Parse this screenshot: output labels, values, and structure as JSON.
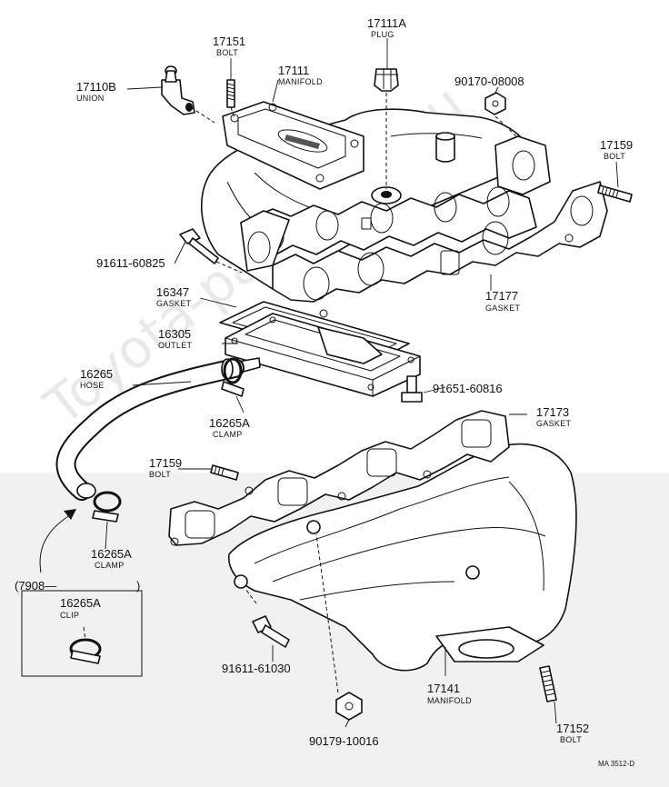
{
  "diagram": {
    "watermark": "Toyota-parts-site.ru",
    "drawing_code": "MA 3512-D",
    "callouts": [
      {
        "id": "c-17111A",
        "number": "17111A",
        "name": "PLUG"
      },
      {
        "id": "c-17151",
        "number": "17151",
        "name": "BOLT"
      },
      {
        "id": "c-17111",
        "number": "17111",
        "name": "MANIFOLD"
      },
      {
        "id": "c-17110B",
        "number": "17110B",
        "name": "UNION"
      },
      {
        "id": "c-90170-08008",
        "number": "90170-08008",
        "name": ""
      },
      {
        "id": "c-17159-top",
        "number": "17159",
        "name": "BOLT"
      },
      {
        "id": "c-91611-60825",
        "number": "91611-60825",
        "name": ""
      },
      {
        "id": "c-16347",
        "number": "16347",
        "name": "GASKET"
      },
      {
        "id": "c-17177",
        "number": "17177",
        "name": "GASKET"
      },
      {
        "id": "c-16305",
        "number": "16305",
        "name": "OUTLET"
      },
      {
        "id": "c-16265",
        "number": "16265",
        "name": "HOSE"
      },
      {
        "id": "c-91651-60816",
        "number": "91651-60816",
        "name": ""
      },
      {
        "id": "c-16265A-top",
        "number": "16265A",
        "name": "CLAMP"
      },
      {
        "id": "c-17173",
        "number": "17173",
        "name": "GASKET"
      },
      {
        "id": "c-17159-mid",
        "number": "17159",
        "name": "BOLT"
      },
      {
        "id": "c-16265A-mid",
        "number": "16265A",
        "name": "CLAMP"
      },
      {
        "id": "c-91611-61030",
        "number": "91611-61030",
        "name": ""
      },
      {
        "id": "c-17141",
        "number": "17141",
        "name": "MANIFOLD"
      },
      {
        "id": "c-90179-10016",
        "number": "90179-10016",
        "name": ""
      },
      {
        "id": "c-17152",
        "number": "17152",
        "name": "BOLT"
      }
    ],
    "inset": {
      "date_code": "(7908—",
      "close_paren": ")",
      "number": "16265A",
      "name": "CLIP"
    }
  }
}
